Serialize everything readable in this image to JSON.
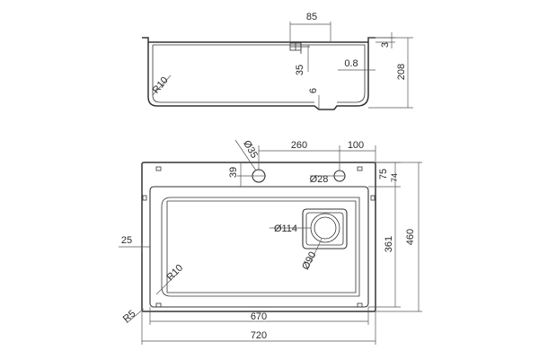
{
  "side_view": {
    "dims": {
      "top_width": "85",
      "thickness_top": "3",
      "overall_depth": "208",
      "bowl_radius": "R10",
      "wall": "0.8",
      "tap_offset": "35",
      "drain_lip": "6"
    }
  },
  "plan_view": {
    "dims": {
      "tap_hole": "Ø35",
      "tap_spacing": "260",
      "edge_offset_right": "100",
      "tap_from_top": "39",
      "overflow_hole": "Ø28",
      "small_75": "75",
      "small_74": "74",
      "drain_outer": "Ø114",
      "drain_inner": "Ø90",
      "rim_width": "25",
      "bowl_depth": "361",
      "overall_height": "460",
      "bowl_radius": "R10",
      "corner_radius": "R5",
      "bowl_width": "670",
      "overall_width": "720"
    }
  }
}
